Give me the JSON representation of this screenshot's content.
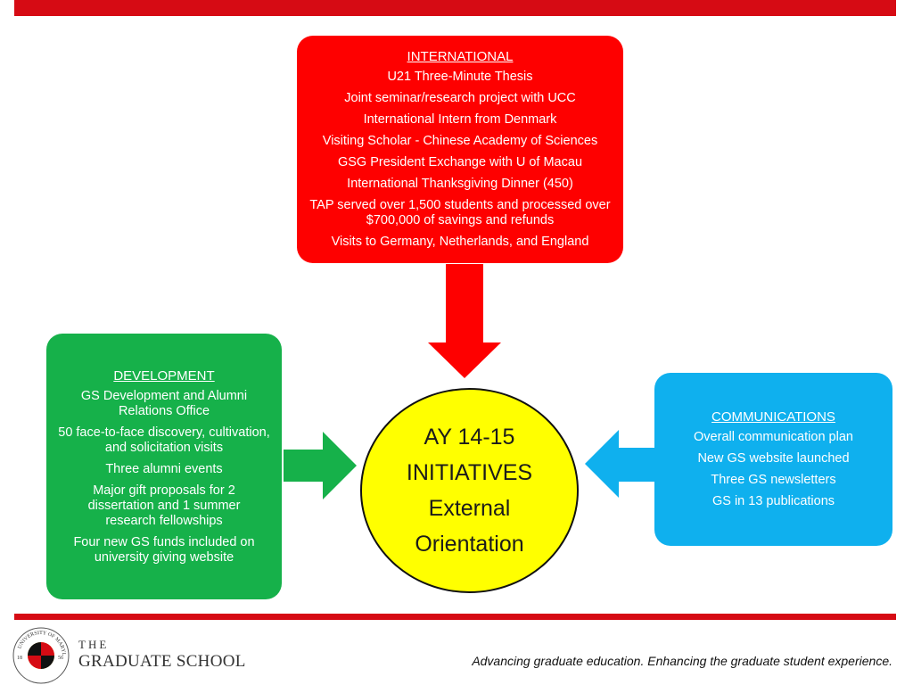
{
  "international": {
    "title": "INTERNATIONAL",
    "items": [
      "U21 Three-Minute Thesis",
      "Joint seminar/research project with UCC",
      "International Intern from Denmark",
      "Visiting Scholar - Chinese Academy of Sciences",
      "GSG President Exchange with U of Macau",
      "International Thanksgiving Dinner (450)",
      "TAP served over 1,500 students and processed over $700,000 of savings and refunds",
      "Visits to Germany, Netherlands, and England"
    ]
  },
  "development": {
    "title": "DEVELOPMENT",
    "items": [
      "GS Development and Alumni Relations Office",
      "50 face-to-face discovery, cultivation, and solicitation visits",
      "Three alumni events",
      "Major gift proposals for 2 dissertation and 1 summer research fellowships",
      "Four new GS funds included on university giving website"
    ]
  },
  "communications": {
    "title": "COMMUNICATIONS",
    "items": [
      "Overall communication plan",
      "New GS website launched",
      "Three GS newsletters",
      "GS in 13 publications"
    ]
  },
  "center": {
    "lines": [
      "AY 14-15",
      "INITIATIVES",
      "External",
      "Orientation"
    ]
  },
  "colors": {
    "international": "#fe0000",
    "development": "#16b14a",
    "communications": "#0fb0ee",
    "center": "#ffff00",
    "brand_red": "#d60b14"
  },
  "footer": {
    "brand_the": "THE",
    "brand_name": "GRADUATE SCHOOL",
    "logo_text": "UNIVERSITY OF MARYLAND",
    "logo_year_left": "18",
    "logo_year_right": "56",
    "tagline": "Advancing graduate education. Enhancing the graduate student experience."
  }
}
